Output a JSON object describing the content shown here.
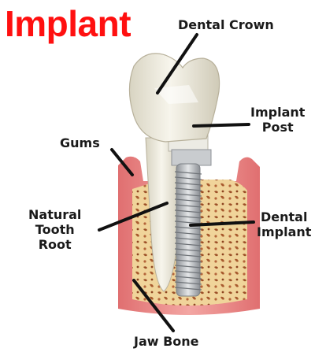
{
  "title": "Implant",
  "labels": {
    "dental_crown": "Dental Crown",
    "implant_post": [
      "Implant",
      "Post"
    ],
    "gums": "Gums",
    "natural_root": [
      "Natural",
      "Tooth",
      "Root"
    ],
    "dental_implant": [
      "Dental",
      "Implant"
    ],
    "jaw_bone": "Jaw Bone"
  },
  "colors": {
    "title": "#ff1010",
    "gum": "#e98a8a",
    "bone": "#f2d9a0",
    "bone_spots": "#a2552a",
    "tooth": "#efece0",
    "implant": "#b8bcc0"
  }
}
